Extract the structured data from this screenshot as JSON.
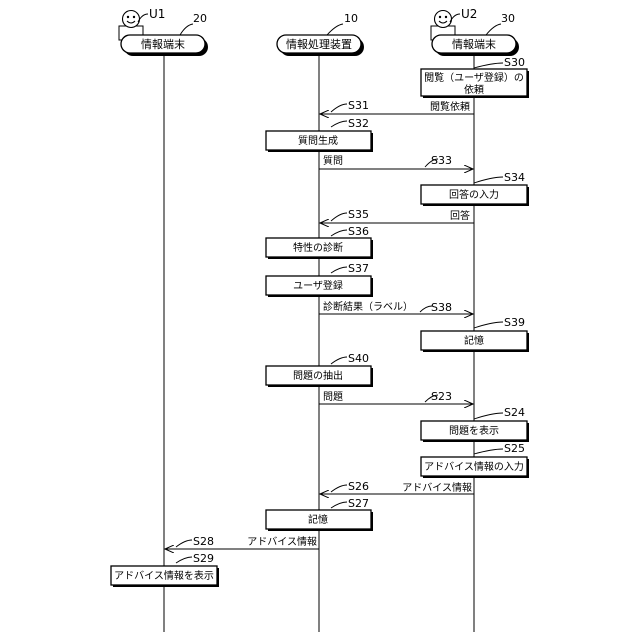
{
  "actors": {
    "u1": {
      "label": "U1",
      "icon": "smiley-user-icon"
    },
    "u2": {
      "label": "U2",
      "icon": "smiley-user-icon"
    }
  },
  "lifelines": {
    "terminal_left": {
      "number": "20",
      "label": "情報端末"
    },
    "server": {
      "number": "10",
      "label": "情報処理装置"
    },
    "terminal_right": {
      "number": "30",
      "label": "情報端末"
    }
  },
  "steps": {
    "s30": {
      "id": "S30",
      "line1": "閲覧（ユーザ登録）の",
      "line2": "依頼"
    },
    "s31": {
      "id": "S31",
      "label": "閲覧依頼"
    },
    "s32": {
      "id": "S32",
      "label": "質問生成"
    },
    "s33": {
      "id": "S33",
      "label": "質問"
    },
    "s34": {
      "id": "S34",
      "label": "回答の入力"
    },
    "s35": {
      "id": "S35",
      "label": "回答"
    },
    "s36": {
      "id": "S36",
      "label": "特性の診断"
    },
    "s37": {
      "id": "S37",
      "label": "ユーザ登録"
    },
    "s38": {
      "id": "S38",
      "label": "診断結果（ラベル）"
    },
    "s39": {
      "id": "S39",
      "label": "記憶"
    },
    "s40": {
      "id": "S40",
      "label": "問題の抽出"
    },
    "s23": {
      "id": "S23",
      "label": "問題"
    },
    "s24": {
      "id": "S24",
      "label": "問題を表示"
    },
    "s25": {
      "id": "S25",
      "label": "アドバイス情報の入力"
    },
    "s26": {
      "id": "S26",
      "label": "アドバイス情報"
    },
    "s27": {
      "id": "S27",
      "label": "記憶"
    },
    "s28": {
      "id": "S28",
      "label": "アドバイス情報"
    },
    "s29": {
      "id": "S29",
      "label": "アドバイス情報を表示"
    }
  }
}
